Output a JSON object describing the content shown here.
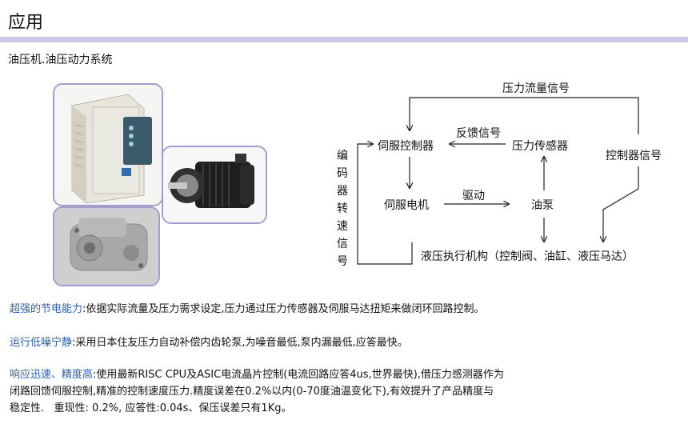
{
  "page": {
    "title": "应用",
    "subtitle": "油压机.油压动力系统"
  },
  "diagram": {
    "top_label": "压力流量信号",
    "servo_controller": "伺服控制器",
    "feedback": "反馈信号",
    "pressure_sensor": "压力传感器",
    "controller_signal": "控制器信号",
    "encoder_vertical": [
      "编",
      "码",
      "器",
      "转",
      "速",
      "信",
      "号"
    ],
    "servo_motor": "伺服电机",
    "drive": "驱动",
    "oil_pump": "油泵",
    "actuator": "液压执行机构（控制阀、油缸、液压马达）"
  },
  "features": [
    {
      "heading": "超强的节电能力",
      "text": ":依据实际流量及压力需求设定,压力通过压力传感器及伺服马达扭矩来做闭环回路控制。"
    },
    {
      "heading": "运行低噪宁静",
      "text": ":采用日本住友压力自动补偿内齿轮泵,为噪音最低,泵内漏最低,应答最快。"
    },
    {
      "heading": "响应迅速、精度高",
      "text": ":使用最新RISC CPU及ASIC电流晶片控制(电流回路应答4us,世界最快),借压力感测器作为",
      "line2": "闭路回馈伺服控制,精准的控制速度压力.精度误差在0.2%以内(0-70度油温变化下),有效提升了产品精度与",
      "line3": "稳定性.   重现性: 0.2%, 应答性:0.04s、保压误差只有1Kg。"
    }
  ],
  "colors": {
    "accent_bar": "#c9c9e6",
    "photo_border": "#a59bd0",
    "highlight_text": "#2b5fb3"
  }
}
